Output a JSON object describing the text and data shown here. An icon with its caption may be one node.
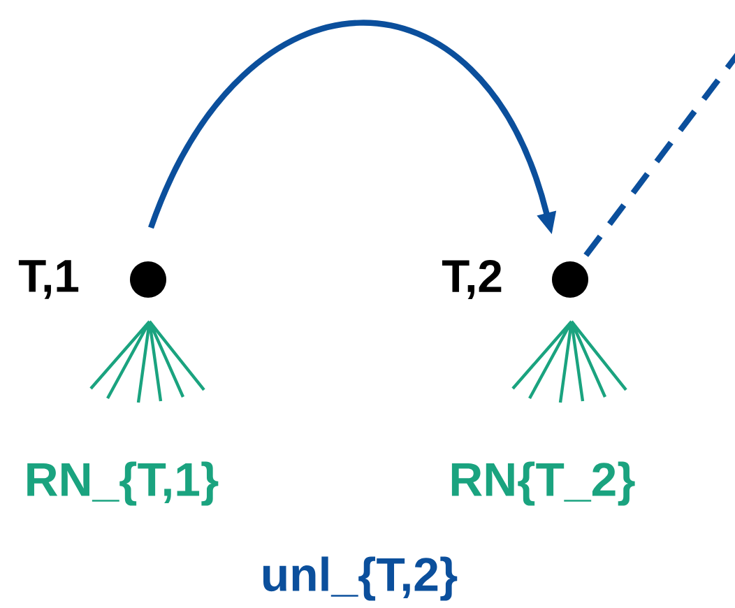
{
  "diagram": {
    "nodes": [
      {
        "text": [],
        "shape": "circle",
        "beside": [
          "T,1"
        ]
      },
      {
        "text": [],
        "shape": "circle",
        "beside": [
          "T,2"
        ]
      }
    ],
    "edges": [
      {
        "from": 0,
        "to": 1,
        "arrow": "to"
      },
      {
        "from": 1,
        "to": null,
        "arrow": "none",
        "style": "dashed"
      }
    ],
    "labels": [
      "RN_{T,1}",
      "RN{T_2}",
      "unl_{T,2}"
    ]
  }
}
